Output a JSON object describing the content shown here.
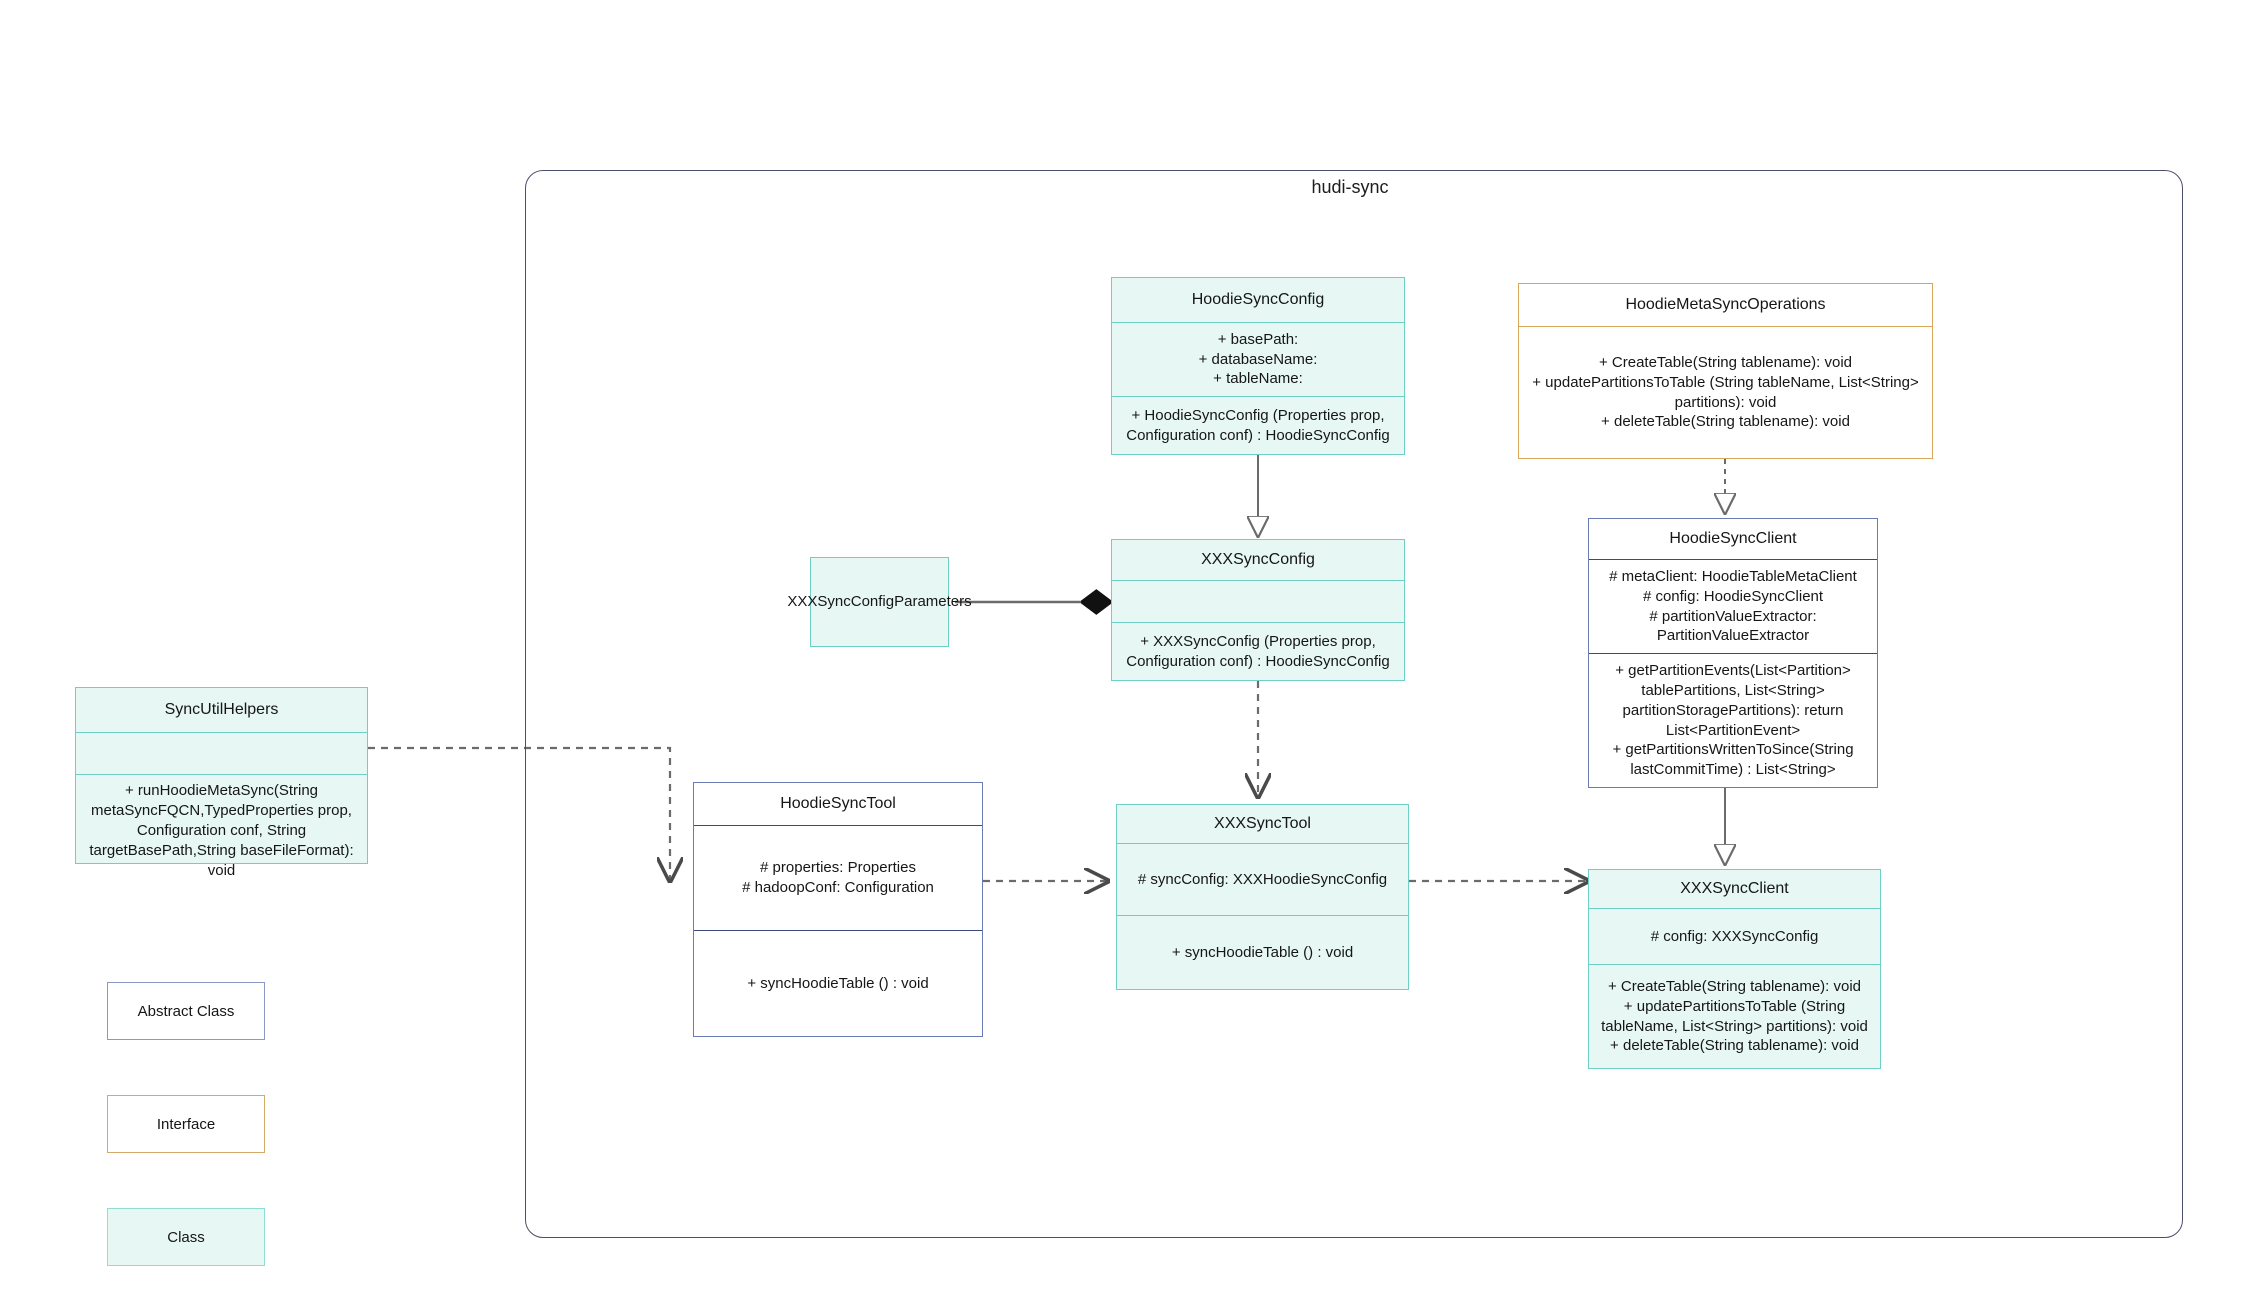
{
  "package": {
    "title": "hudi-sync"
  },
  "legend": {
    "abstract_label": "Abstract Class",
    "interface_label": "Interface",
    "class_label": "Class"
  },
  "colors": {
    "class_border": "#6fcfc4",
    "class_fill": "#e6f7f4",
    "abstract_border": "#6b7bb5",
    "interface_border": "#d9a558",
    "package_border": "#4b4f69",
    "edge": "#6b6b6b"
  },
  "classes": {
    "sync_util_helpers": {
      "name": "SyncUtilHelpers",
      "attributes": "",
      "operations": "+    runHoodieMetaSync(String metaSyncFQCN,TypedProperties prop, Configuration conf, String targetBasePath,String baseFileFormat): void",
      "stereotype": "class"
    },
    "hoodie_sync_config": {
      "name": "HoodieSyncConfig",
      "attributes": "+    basePath:\n+    databaseName:\n+    tableName:",
      "operations": "+    HoodieSyncConfig (Properties prop, Configuration conf) : HoodieSyncConfig",
      "stereotype": "class"
    },
    "hoodie_meta_sync_operations": {
      "name": "HoodieMetaSyncOperations",
      "operations": "+      CreateTable(String tablename): void\n+    updatePartitionsToTable (String tableName, List<String> partitions): void\n+      deleteTable(String tablename): void",
      "stereotype": "interface"
    },
    "xxx_sync_config_parameters": {
      "name": "XXXSyncConfigParameters",
      "stereotype": "class"
    },
    "xxx_sync_config": {
      "name": "XXXSyncConfig",
      "attributes": "",
      "operations": "+   XXXSyncConfig (Properties prop, Configuration conf) : HoodieSyncConfig",
      "stereotype": "class"
    },
    "hoodie_sync_client": {
      "name": "HoodieSyncClient",
      "attributes": "#   metaClient: HoodieTableMetaClient\n#    config: HoodieSyncClient\n#     partitionValueExtractor: PartitionValueExtractor",
      "operations": "+    getPartitionEvents(List<Partition> tablePartitions, List<String> partitionStoragePartitions): return List<PartitionEvent>\n+   getPartitionsWrittenToSince(String lastCommitTime) : List<String>",
      "stereotype": "abstract"
    },
    "hoodie_sync_tool": {
      "name": "HoodieSyncTool",
      "attributes": "#   properties: Properties\n#   hadoopConf: Configuration",
      "operations": "+   syncHoodieTable () : void",
      "stereotype": "abstract"
    },
    "xxx_sync_tool": {
      "name": "XXXSyncTool",
      "attributes": "#  syncConfig: XXXHoodieSyncConfig",
      "operations": "+   syncHoodieTable () : void",
      "stereotype": "class"
    },
    "xxx_sync_client": {
      "name": "XXXSyncClient",
      "attributes": "#    config: XXXSyncConfig",
      "operations": "+    CreateTable(String tablename): void\n+     updatePartitionsToTable (String tableName, List<String> partitions): void\n+    deleteTable(String tablename): void",
      "stereotype": "class"
    }
  },
  "relations": [
    {
      "name": "generalization-hoodiesyncconfig-to-xxxsyncconfig",
      "kind": "generalization",
      "from": "hoodie_sync_config",
      "to": "xxx_sync_config"
    },
    {
      "name": "realization-hoodiemetasyncoperations-to-hoodiesyncclient",
      "kind": "realization",
      "from": "hoodie_meta_sync_operations",
      "to": "hoodie_sync_client"
    },
    {
      "name": "generalization-hoodiesyncclient-to-xxxsyncclient",
      "kind": "generalization",
      "from": "hoodie_sync_client",
      "to": "xxx_sync_client"
    },
    {
      "name": "dependency-xxxsyncconfig-to-xxxsynctool",
      "kind": "dependency",
      "from": "xxx_sync_config",
      "to": "xxx_sync_tool"
    },
    {
      "name": "dependency-syncutilhelpers-to-hoodiesynctool",
      "kind": "dependency",
      "from": "sync_util_helpers",
      "to": "hoodie_sync_tool"
    },
    {
      "name": "dependency-hoodiesynctool-to-xxxsynctool",
      "kind": "dependency",
      "from": "hoodie_sync_tool",
      "to": "xxx_sync_tool"
    },
    {
      "name": "dependency-xxxsynctool-to-xxxsyncclient",
      "kind": "dependency",
      "from": "xxx_sync_tool",
      "to": "xxx_sync_client"
    },
    {
      "name": "composition-xxxsyncconfigparameters-to-xxxsyncconfig",
      "kind": "composition",
      "from": "xxx_sync_config_parameters",
      "to": "xxx_sync_config"
    }
  ]
}
